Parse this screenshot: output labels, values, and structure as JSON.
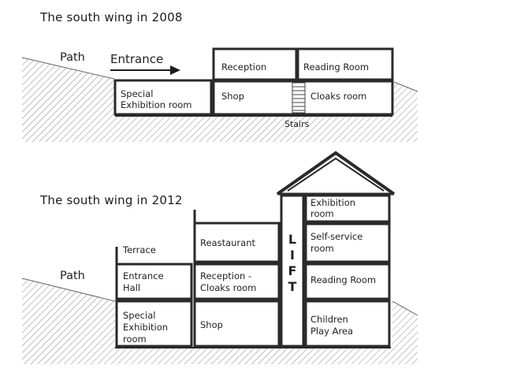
{
  "top": {
    "title": "The south wing in  2008",
    "path": "Path",
    "entrance": "Entrance",
    "rooms": {
      "reception": "Reception",
      "reading": "Reading Room",
      "special_1": "Special",
      "special_2": "Exhibition room",
      "shop": "Shop",
      "cloaks": "Cloaks room"
    },
    "stairs": "Stairs"
  },
  "bottom": {
    "title": "The south wing in  2012",
    "path": "Path",
    "rooms": {
      "terrace": "Terrace",
      "restaurant": "Reastaurant",
      "entrance_1": "Entrance",
      "entrance_2": "Hall",
      "reception_1": "Reception -",
      "reception_2": "Cloaks room",
      "special_1": "Special",
      "special_2": "Exhibition",
      "special_3": "room",
      "shop": "Shop",
      "exhibition_1": "Exhibition",
      "exhibition_2": "room",
      "selfservice_1": "Self-service",
      "selfservice_2": "room",
      "reading": "Reading Room",
      "children_1": "Children",
      "children_2": "Play Area"
    },
    "lift": [
      "L",
      "I",
      "F",
      "T"
    ]
  }
}
